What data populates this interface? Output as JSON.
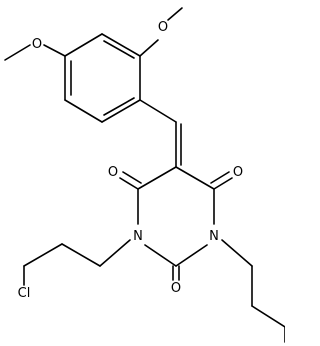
{
  "structure": {
    "atoms": {
      "o_methoxy_2": "O",
      "o_methoxy_4": "O",
      "o_carbonyl_left": "O",
      "o_carbonyl_right": "O",
      "o_carbonyl_bottom": "O",
      "n_left": "N",
      "n_right": "N",
      "cl": "Cl"
    },
    "colors": {
      "bond": "#000000",
      "background": "#ffffff"
    }
  }
}
